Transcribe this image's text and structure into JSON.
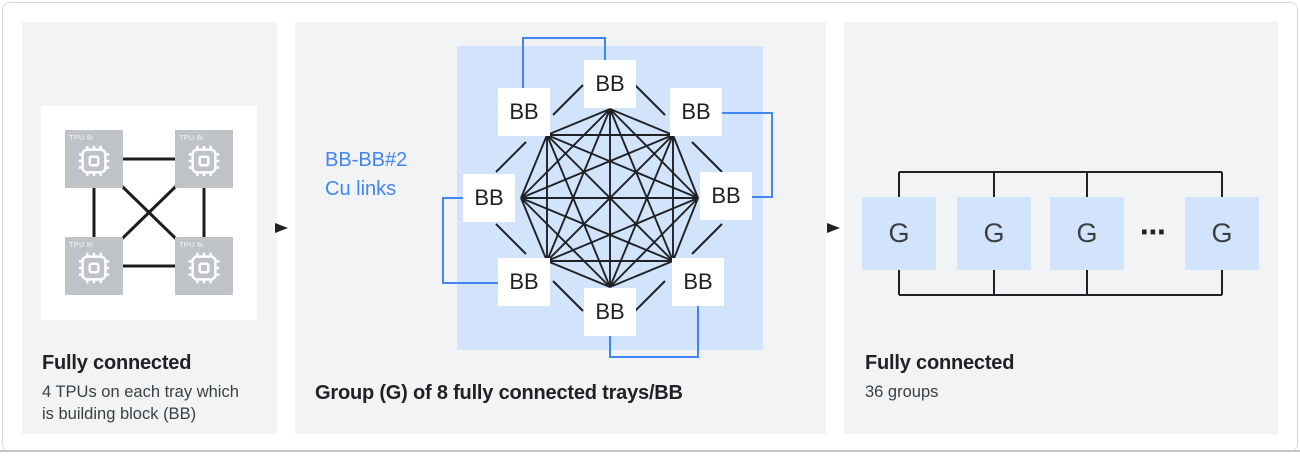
{
  "figure": {
    "colors": {
      "background": "#ffffff",
      "panel_bg": "#f1f3f4",
      "accent_blue": "#4285f4",
      "light_blue": "#d2e3fc",
      "line_black": "#202124",
      "tpu_gray": "#bfc3c7"
    }
  },
  "panels": {
    "left": {
      "tpu_label": "TPU 8i",
      "caption_title": "Fully connected",
      "caption_line1": "4 TPUs on each tray which",
      "caption_line2": "is building block (BB)"
    },
    "middle": {
      "bb_label": "BB",
      "annotation_line1": "BB-BB#2",
      "annotation_line2": "Cu links",
      "caption": "Group (G) of 8 fully connected trays/BB"
    },
    "right": {
      "g_label": "G",
      "ellipsis": "⋯",
      "caption_title": "Fully connected",
      "caption_line1": "36 groups"
    }
  }
}
